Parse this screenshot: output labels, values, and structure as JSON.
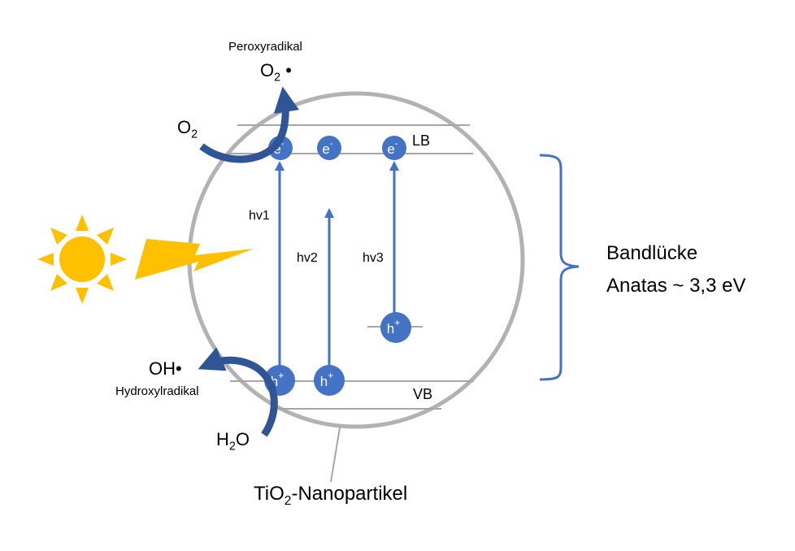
{
  "colors": {
    "particle_outline": "#b3b1b1",
    "band_line": "#a6a6a6",
    "blue": "#4472c4",
    "dark_blue": "#2f5597",
    "sun": "#ffc000"
  },
  "icons": {
    "sun": "sun-icon",
    "lightning": "lightning-icon"
  },
  "labels": {
    "peroxyradikal": "Peroxyradikal",
    "o2_radical": "O",
    "o2_radical_sub": "2",
    "o2_radical_dot": "•",
    "o2_reactant": "O",
    "o2_reactant_sub": "2",
    "lb": "LB",
    "vb": "VB",
    "hv1": "hv1",
    "hv2": "hv2",
    "hv3": "hv3",
    "oh_radical": "OH•",
    "hydroxylradikal": "Hydroxylradikal",
    "h2o_h": "H",
    "h2o_sub": "2",
    "h2o_o": "O",
    "bandgap_line1": "Bandlücke",
    "bandgap_line2": "Anatas ~ 3,3 eV",
    "nano_prefix": "TiO",
    "nano_sub": "2",
    "nano_suffix": "-Nanopartikel"
  },
  "particles": {
    "electron": "e",
    "electron_charge": "-",
    "hole": "h",
    "hole_charge": "+"
  }
}
